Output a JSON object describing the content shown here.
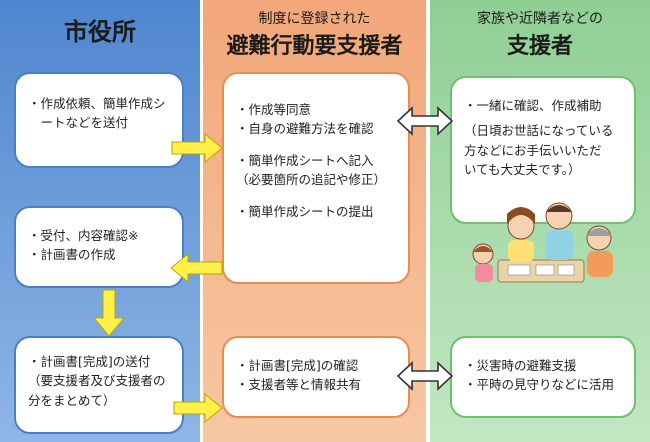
{
  "headers": {
    "city": "市役所",
    "person_sub": "制度に登録された",
    "person": "避難行動要支援者",
    "supporter_sub": "家族や近隣者などの",
    "supporter": "支援者"
  },
  "city_boxes": {
    "box1": [
      "・作成依頼、簡単作成シ",
      "　ートなどを送付"
    ],
    "box2": [
      "・受付、内容確認※",
      "・計画書の作成"
    ],
    "box3": [
      "・計画書[完成]の送付",
      "（要支援者及び支援者の",
      "分をまとめて）"
    ]
  },
  "person_boxes": {
    "box1_a": [
      "・作成等同意",
      "・自身の避難方法を確認"
    ],
    "box1_b": [
      "・簡単作成シートへ記入",
      "（必要箇所の追記や修正）"
    ],
    "box1_c": [
      "・簡単作成シートの提出"
    ],
    "box2": [
      "・計画書[完成]の確認",
      "・支援者等と情報共有"
    ]
  },
  "supporter_boxes": {
    "box1_a": [
      "・一緒に確認、作成補助"
    ],
    "box1_b": [
      "（日頃お世話になっている",
      "方などにお手伝いいただ",
      "いても大丈夫です。）"
    ],
    "box2": [
      "・災害時の避難支援",
      "・平時の見守りなどに活用"
    ]
  },
  "colors": {
    "city": "#4f86cf",
    "person": "#f2a779",
    "supporter": "#8fcf93",
    "arrow": "#fff04a"
  },
  "illustration": "family-group-illustration"
}
